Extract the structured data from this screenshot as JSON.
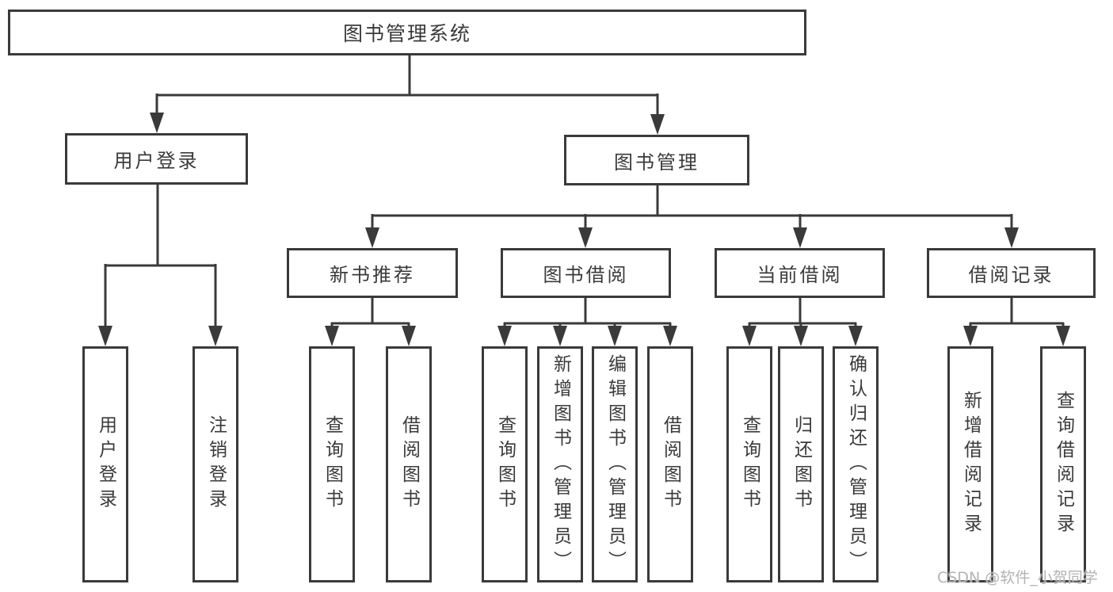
{
  "diagram": {
    "type": "hierarchy-tree",
    "root": {
      "label": "图书管理系统"
    },
    "branches": [
      {
        "label": "用户登录",
        "children": [
          {
            "label": "用户登录"
          },
          {
            "label": "注销登录"
          }
        ]
      },
      {
        "label": "图书管理",
        "children": [
          {
            "label": "新书推荐",
            "children": [
              {
                "label": "查询图书"
              },
              {
                "label": "借阅图书"
              }
            ]
          },
          {
            "label": "图书借阅",
            "children": [
              {
                "label": "查询图书"
              },
              {
                "label": "新增图书（管理员）"
              },
              {
                "label": "编辑图书（管理员）"
              },
              {
                "label": "借阅图书"
              }
            ]
          },
          {
            "label": "当前借阅",
            "children": [
              {
                "label": "查询图书"
              },
              {
                "label": "归还图书"
              },
              {
                "label": "确认归还（管理员）"
              }
            ]
          },
          {
            "label": "借阅记录",
            "children": [
              {
                "label": "新增借阅记录"
              },
              {
                "label": "查询借阅记录"
              }
            ]
          }
        ]
      }
    ],
    "colors": {
      "line": "#3a3a3a",
      "box_border": "#3a3a3a",
      "text": "#3a3a3a",
      "background": "#ffffff",
      "watermark": "#b3b3b3"
    }
  },
  "watermark": "CSDN @软件_小贺同学"
}
